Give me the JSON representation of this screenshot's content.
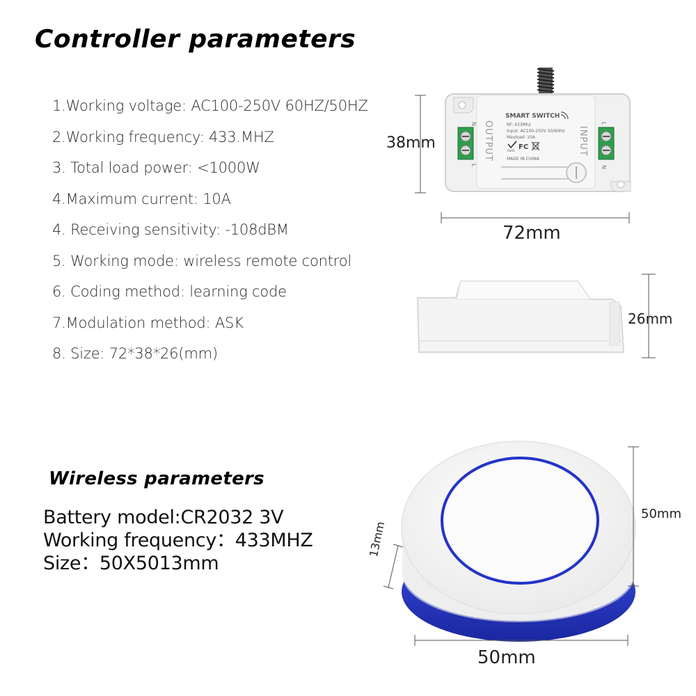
{
  "controller": {
    "title": "Controller parameters",
    "params": [
      "1.Working voltage: AC100-250V 60HZ/50HZ",
      "2.Working frequency: 433.MHZ",
      "3. Total load power: <1000W",
      "4.Maximum current: 10A",
      "4. Receiving sensitivity: -108dBM",
      "5. Working mode: wireless remote control",
      "6. Coding method: learning code",
      "7.Modulation method: ASK",
      "8. Size: 72*38*26(mm)"
    ],
    "dimensions": {
      "height": "38mm",
      "width": "72mm",
      "depth": "26mm"
    },
    "label": {
      "name": "SMART SWITCH",
      "rf": "RF: 433Mhz",
      "input": "Input: AC100-250V 50/60Hz",
      "maxload": "Maxload: 10A",
      "made_in": "MADE IN CHINA",
      "fc": "FC",
      "rohs": "RoHS",
      "output": "OUTPUT",
      "input_side": "INPUT",
      "terminal_n": "N",
      "terminal_l": "L"
    }
  },
  "wireless": {
    "title": "Wireless parameters",
    "params": [
      "Battery model:CR2032 3V",
      "Working frequency：433MHZ",
      "Size：50X5013mm"
    ],
    "dimensions": {
      "height": "50mm",
      "thickness": "13mm",
      "width": "50mm"
    }
  },
  "colors": {
    "accent_blue": "#1f2fb8",
    "body_white": "#f4f4f4",
    "terminal_green": "#2e9e4e"
  }
}
